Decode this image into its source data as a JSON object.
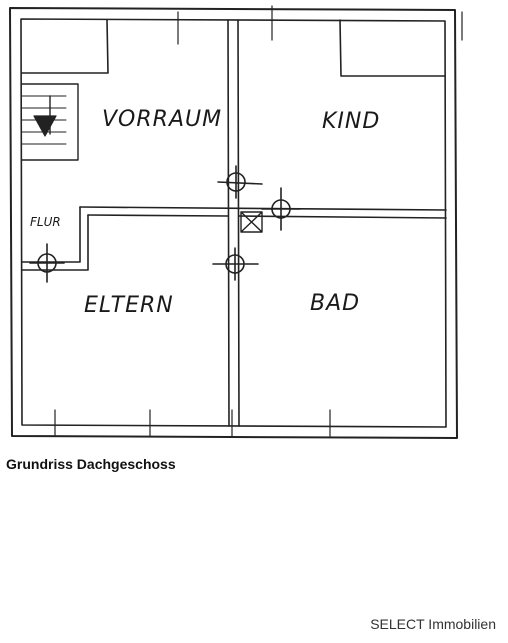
{
  "plan": {
    "rooms": {
      "vorraum": "VORRAUM",
      "kind": "KIND",
      "flur": "FLUR",
      "eltern": "ELTERN",
      "bad": "BAD"
    }
  },
  "caption": "Grundriss Dachgeschoss",
  "brand": "SELECT Immobilien"
}
